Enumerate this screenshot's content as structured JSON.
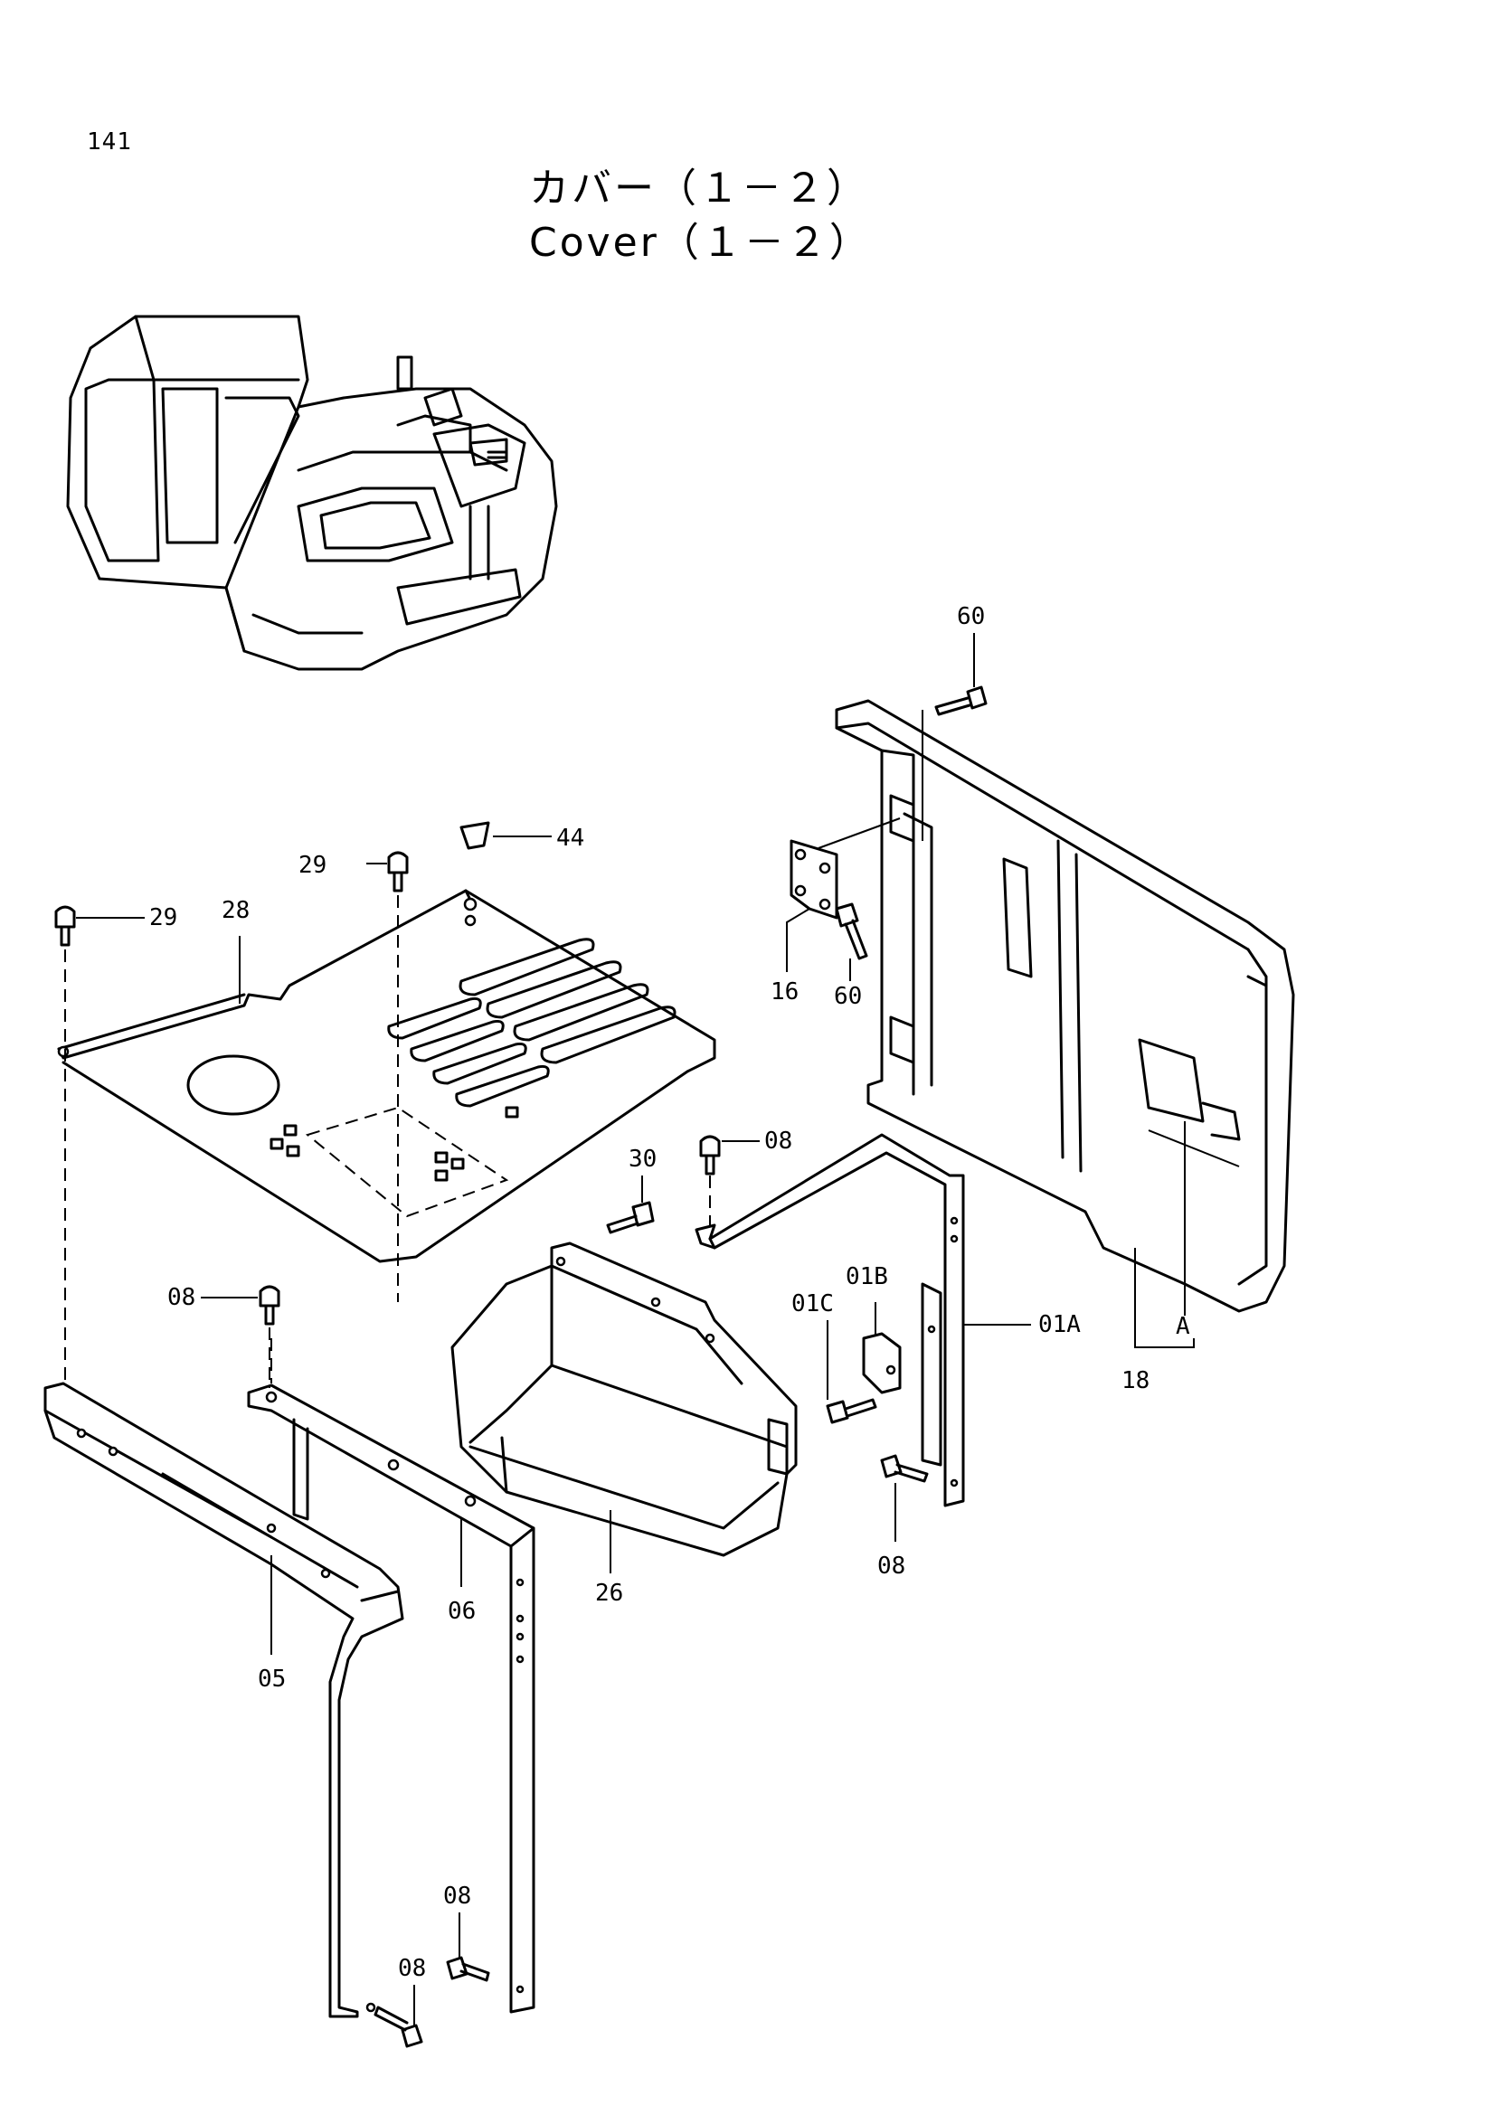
{
  "page_number": "141",
  "title_ja": "カバー（１－２）",
  "title_en": "Cover（１－２）",
  "callouts": {
    "c60_top": "60",
    "c44": "44",
    "c29_mid": "29",
    "c29_left": "29",
    "c28": "28",
    "c16": "16",
    "c60_mid": "60",
    "c08_a": "08",
    "c30": "30",
    "c01B": "01B",
    "c01C": "01C",
    "c01A": "01A",
    "cA": "A",
    "c18": "18",
    "c08_b": "08",
    "c08_c": "08",
    "c06": "06",
    "c26": "26",
    "c05": "05",
    "c08_d": "08",
    "c08_e": "08"
  }
}
